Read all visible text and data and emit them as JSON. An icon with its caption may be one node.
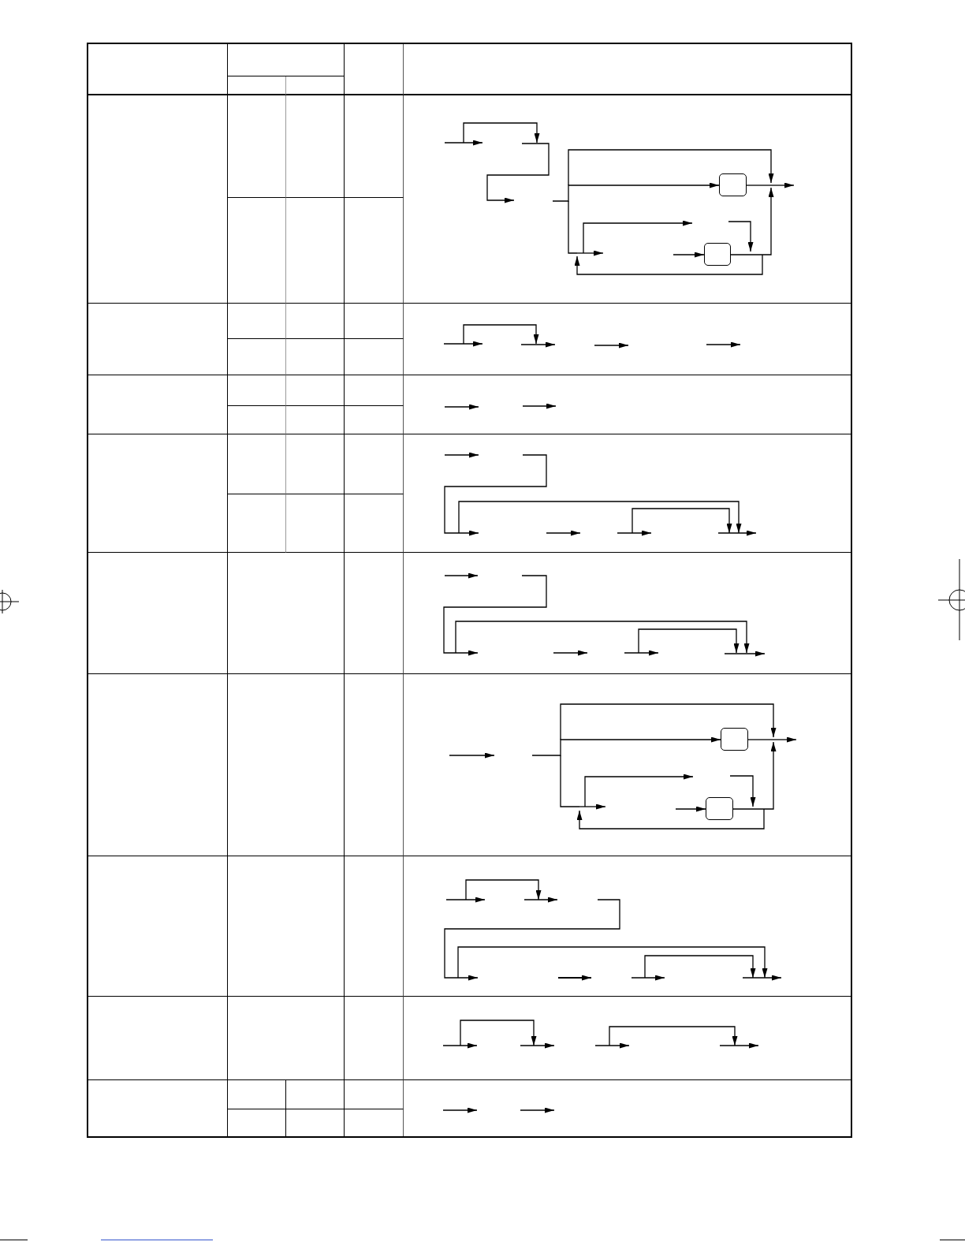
{
  "diagram": {
    "nodes": [
      {
        "text": [],
        "shape": "box"
      },
      {
        "text": [],
        "shape": "box"
      },
      {
        "text": [],
        "shape": "box"
      },
      {
        "text": [],
        "shape": "box"
      }
    ],
    "edges": [
      {
        "from": null,
        "to": 0,
        "arrow": "to"
      },
      {
        "from": 0,
        "to": null,
        "arrow": "to"
      },
      {
        "from": null,
        "to": 1,
        "arrow": "to"
      },
      {
        "from": 1,
        "to": null,
        "arrow": "to"
      },
      {
        "from": 1,
        "to": null,
        "arrow": "to"
      },
      {
        "from": 1,
        "to": null,
        "arrow": "to"
      },
      {
        "from": null,
        "to": 2,
        "arrow": "to"
      },
      {
        "from": 2,
        "to": null,
        "arrow": "to"
      },
      {
        "from": null,
        "to": 3,
        "arrow": "to"
      },
      {
        "from": 3,
        "to": null,
        "arrow": "to"
      },
      {
        "from": 3,
        "to": null,
        "arrow": "to"
      },
      {
        "from": 3,
        "to": null,
        "arrow": "to"
      }
    ]
  }
}
